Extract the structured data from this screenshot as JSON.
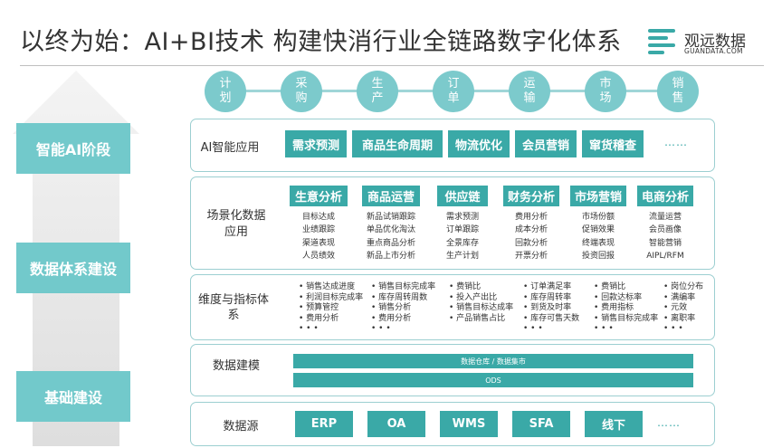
{
  "title": "以终为始：AI+BI技术 构建快消行业全链路数字化体系",
  "logo": {
    "name": "观远数据",
    "url": "GUANDATA.COM"
  },
  "stages": [
    "智能AI阶段",
    "数据体系建设",
    "基础建设"
  ],
  "chain": [
    "计划",
    "采购",
    "生产",
    "订单",
    "运输",
    "市场",
    "销售"
  ],
  "layers": {
    "ai": {
      "label": "AI智能应用",
      "items": [
        "需求预测",
        "商品生命周期",
        "物流优化",
        "会员营销",
        "窜货稽查"
      ],
      "more": "……"
    },
    "scenario": {
      "label": "场景化数据应用",
      "columns": [
        {
          "title": "生意分析",
          "items": [
            "目标达成",
            "业绩跟踪",
            "渠道表现",
            "人员绩效"
          ]
        },
        {
          "title": "商品运营",
          "items": [
            "新品试销跟踪",
            "单品优化淘汰",
            "重点商品分析",
            "新品上市分析"
          ]
        },
        {
          "title": "供应链",
          "items": [
            "需求预测",
            "订单跟踪",
            "全景库存",
            "生产计划"
          ]
        },
        {
          "title": "财务分析",
          "items": [
            "费用分析",
            "成本分析",
            "回款分析",
            "开票分析"
          ]
        },
        {
          "title": "市场营销",
          "items": [
            "市场份额",
            "促销效果",
            "终端表现",
            "投资回报"
          ]
        },
        {
          "title": "电商分析",
          "items": [
            "流量运营",
            "会员画像",
            "智能营销",
            "AIPL/RFM"
          ]
        }
      ]
    },
    "dimension": {
      "label": "维度与指标体系",
      "columns": [
        [
          "销售达成进度",
          "利润目标完成率",
          "预算管控",
          "费用分析"
        ],
        [
          "销售目标完成率",
          "库存周转周数",
          "销售分析",
          "费用分析"
        ],
        [
          "费销比",
          "投入产出比",
          "销售目标达成率",
          "产品销售占比"
        ],
        [
          "订单满足率",
          "库存周转率",
          "到货及时率",
          "库存可售天数"
        ],
        [
          "费销比",
          "回款达标率",
          "费用指标",
          "销售目标完成率"
        ],
        [
          "岗位分布",
          "满编率",
          "元效",
          "离职率"
        ]
      ],
      "ellipsis": "•  •  •"
    },
    "modeling": {
      "label": "数据建模",
      "bars": [
        "数据仓库 / 数据集市",
        "ODS"
      ]
    },
    "source": {
      "label": "数据源",
      "items": [
        "ERP",
        "OA",
        "WMS",
        "SFA",
        "线下"
      ],
      "more": "……"
    }
  },
  "colors": {
    "teal": "#3aa9a7",
    "light_teal": "#72c9cb",
    "chain": "#7ccacc",
    "border": "#9ccfd1"
  }
}
